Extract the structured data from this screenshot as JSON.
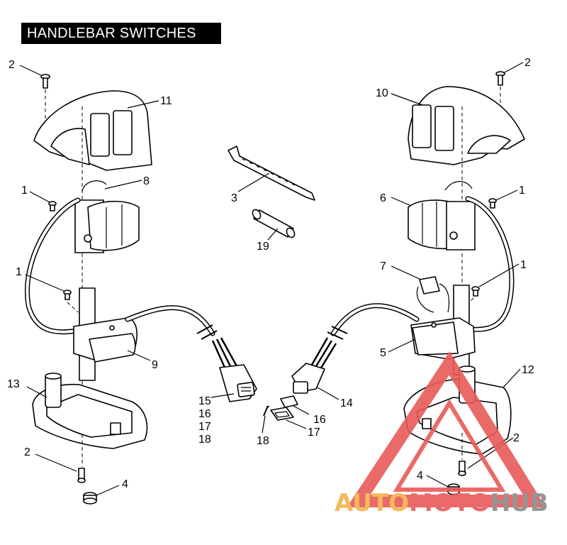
{
  "title": "HANDLEBAR SWITCHES",
  "callouts": {
    "c1a": "1",
    "c1b": "1",
    "c1c": "1",
    "c1d": "1",
    "c2a": "2",
    "c2b": "2",
    "c2c": "2",
    "c2d": "2",
    "c3": "3",
    "c4a": "4",
    "c4b": "4",
    "c5": "5",
    "c6": "6",
    "c7": "7",
    "c8": "8",
    "c9": "9",
    "c10": "10",
    "c11": "11",
    "c12": "12",
    "c13": "13",
    "c14": "14",
    "c15": "15",
    "c16a": "16",
    "c16b": "16",
    "c17a": "17",
    "c17b": "17",
    "c18a": "18",
    "c18b": "18",
    "c19": "19"
  },
  "watermark": {
    "part1": "AUTO",
    "part2": "MOTO",
    "part3": "HUB",
    "colors": {
      "red": "#e85a5a",
      "orange": "#f4b24a",
      "grey": "#8a8a8a"
    }
  }
}
